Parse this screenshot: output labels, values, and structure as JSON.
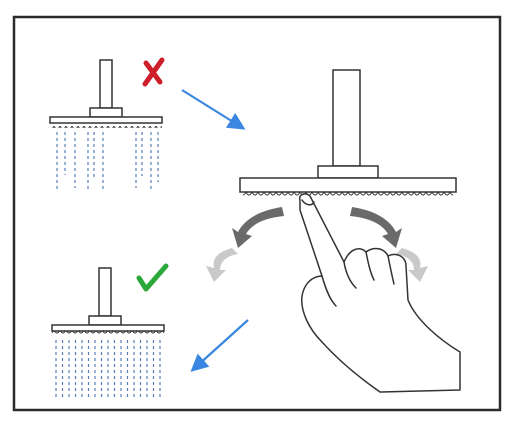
{
  "diagram": {
    "steps": [
      {
        "state": "clogged",
        "mark_icon": "cross-icon"
      },
      {
        "state": "rub-nozzles",
        "action_icon": "hand-pointing-icon"
      },
      {
        "state": "clear",
        "mark_icon": "check-icon"
      }
    ],
    "colors": {
      "frame": "#2b2b2b",
      "outline": "#333333",
      "water_dots": "#5a7fb8",
      "arrow_blue": "#3a86e0",
      "cross_red": "#cc1f2a",
      "check_green": "#2aa83a",
      "curve_dark": "#6a6a6a",
      "curve_light": "#c9c9c9"
    }
  }
}
